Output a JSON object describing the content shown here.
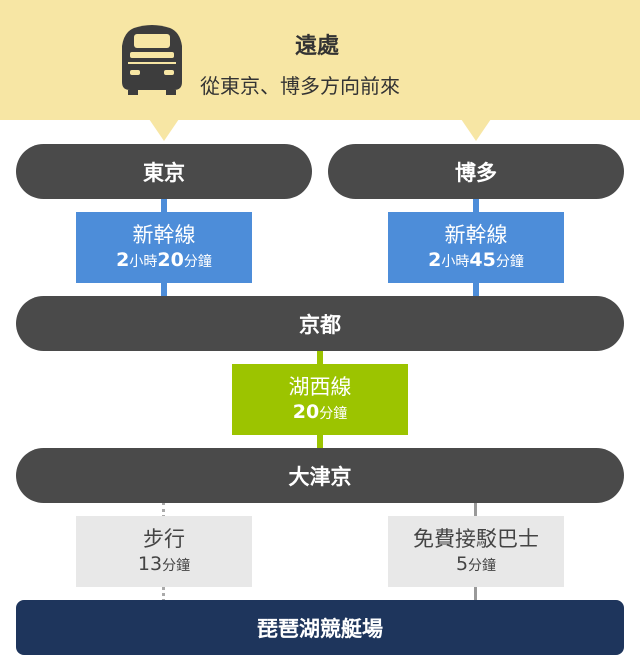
{
  "header": {
    "title": "遠處",
    "subtitle": "從東京、博多方向前來",
    "icon": "bullet-train-icon",
    "background_color": "#f7e6a4"
  },
  "stations": {
    "tokyo": "東京",
    "hakata": "博多",
    "kyoto": "京都",
    "otsukyo": "大津京",
    "destination": "琵琶湖競艇場"
  },
  "segments": {
    "tokyo_kyoto": {
      "line": "新幹線",
      "time_h": "2",
      "time_h_unit": "小時",
      "time_m": "20",
      "time_m_unit": "分鐘"
    },
    "hakata_kyoto": {
      "line": "新幹線",
      "time_h": "2",
      "time_h_unit": "小時",
      "time_m": "45",
      "time_m_unit": "分鐘"
    },
    "kyoto_otsukyo": {
      "line": "湖西線",
      "time_m": "20",
      "time_m_unit": "分鐘"
    },
    "walk": {
      "line": "步行",
      "time_m": "13",
      "time_m_unit": "分鐘"
    },
    "bus": {
      "line": "免費接駁巴士",
      "time_m": "5",
      "time_m_unit": "分鐘"
    }
  },
  "colors": {
    "station": "#4a4a4a",
    "destination": "#1e355c",
    "shinkansen": "#4d8dd9",
    "kosei_line": "#9cc400",
    "transfer": "#e8e8e8"
  }
}
